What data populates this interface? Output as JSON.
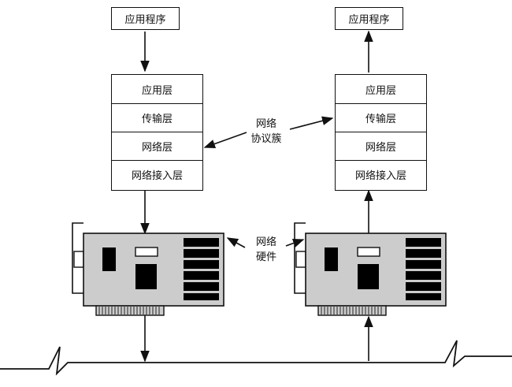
{
  "left_host": {
    "app_box": "应用程序",
    "layers": [
      "应用层",
      "传输层",
      "网络层",
      "网络接入层"
    ]
  },
  "right_host": {
    "app_box": "应用程序",
    "layers": [
      "应用层",
      "传输层",
      "网络层",
      "网络接入层"
    ]
  },
  "labels": {
    "protocol_suite": [
      "网络",
      "协议簇"
    ],
    "hardware": [
      "网络",
      "硬件"
    ]
  },
  "colors": {
    "line": "#111111",
    "card_fill": "#cccccc",
    "chip_fill": "#000000"
  }
}
